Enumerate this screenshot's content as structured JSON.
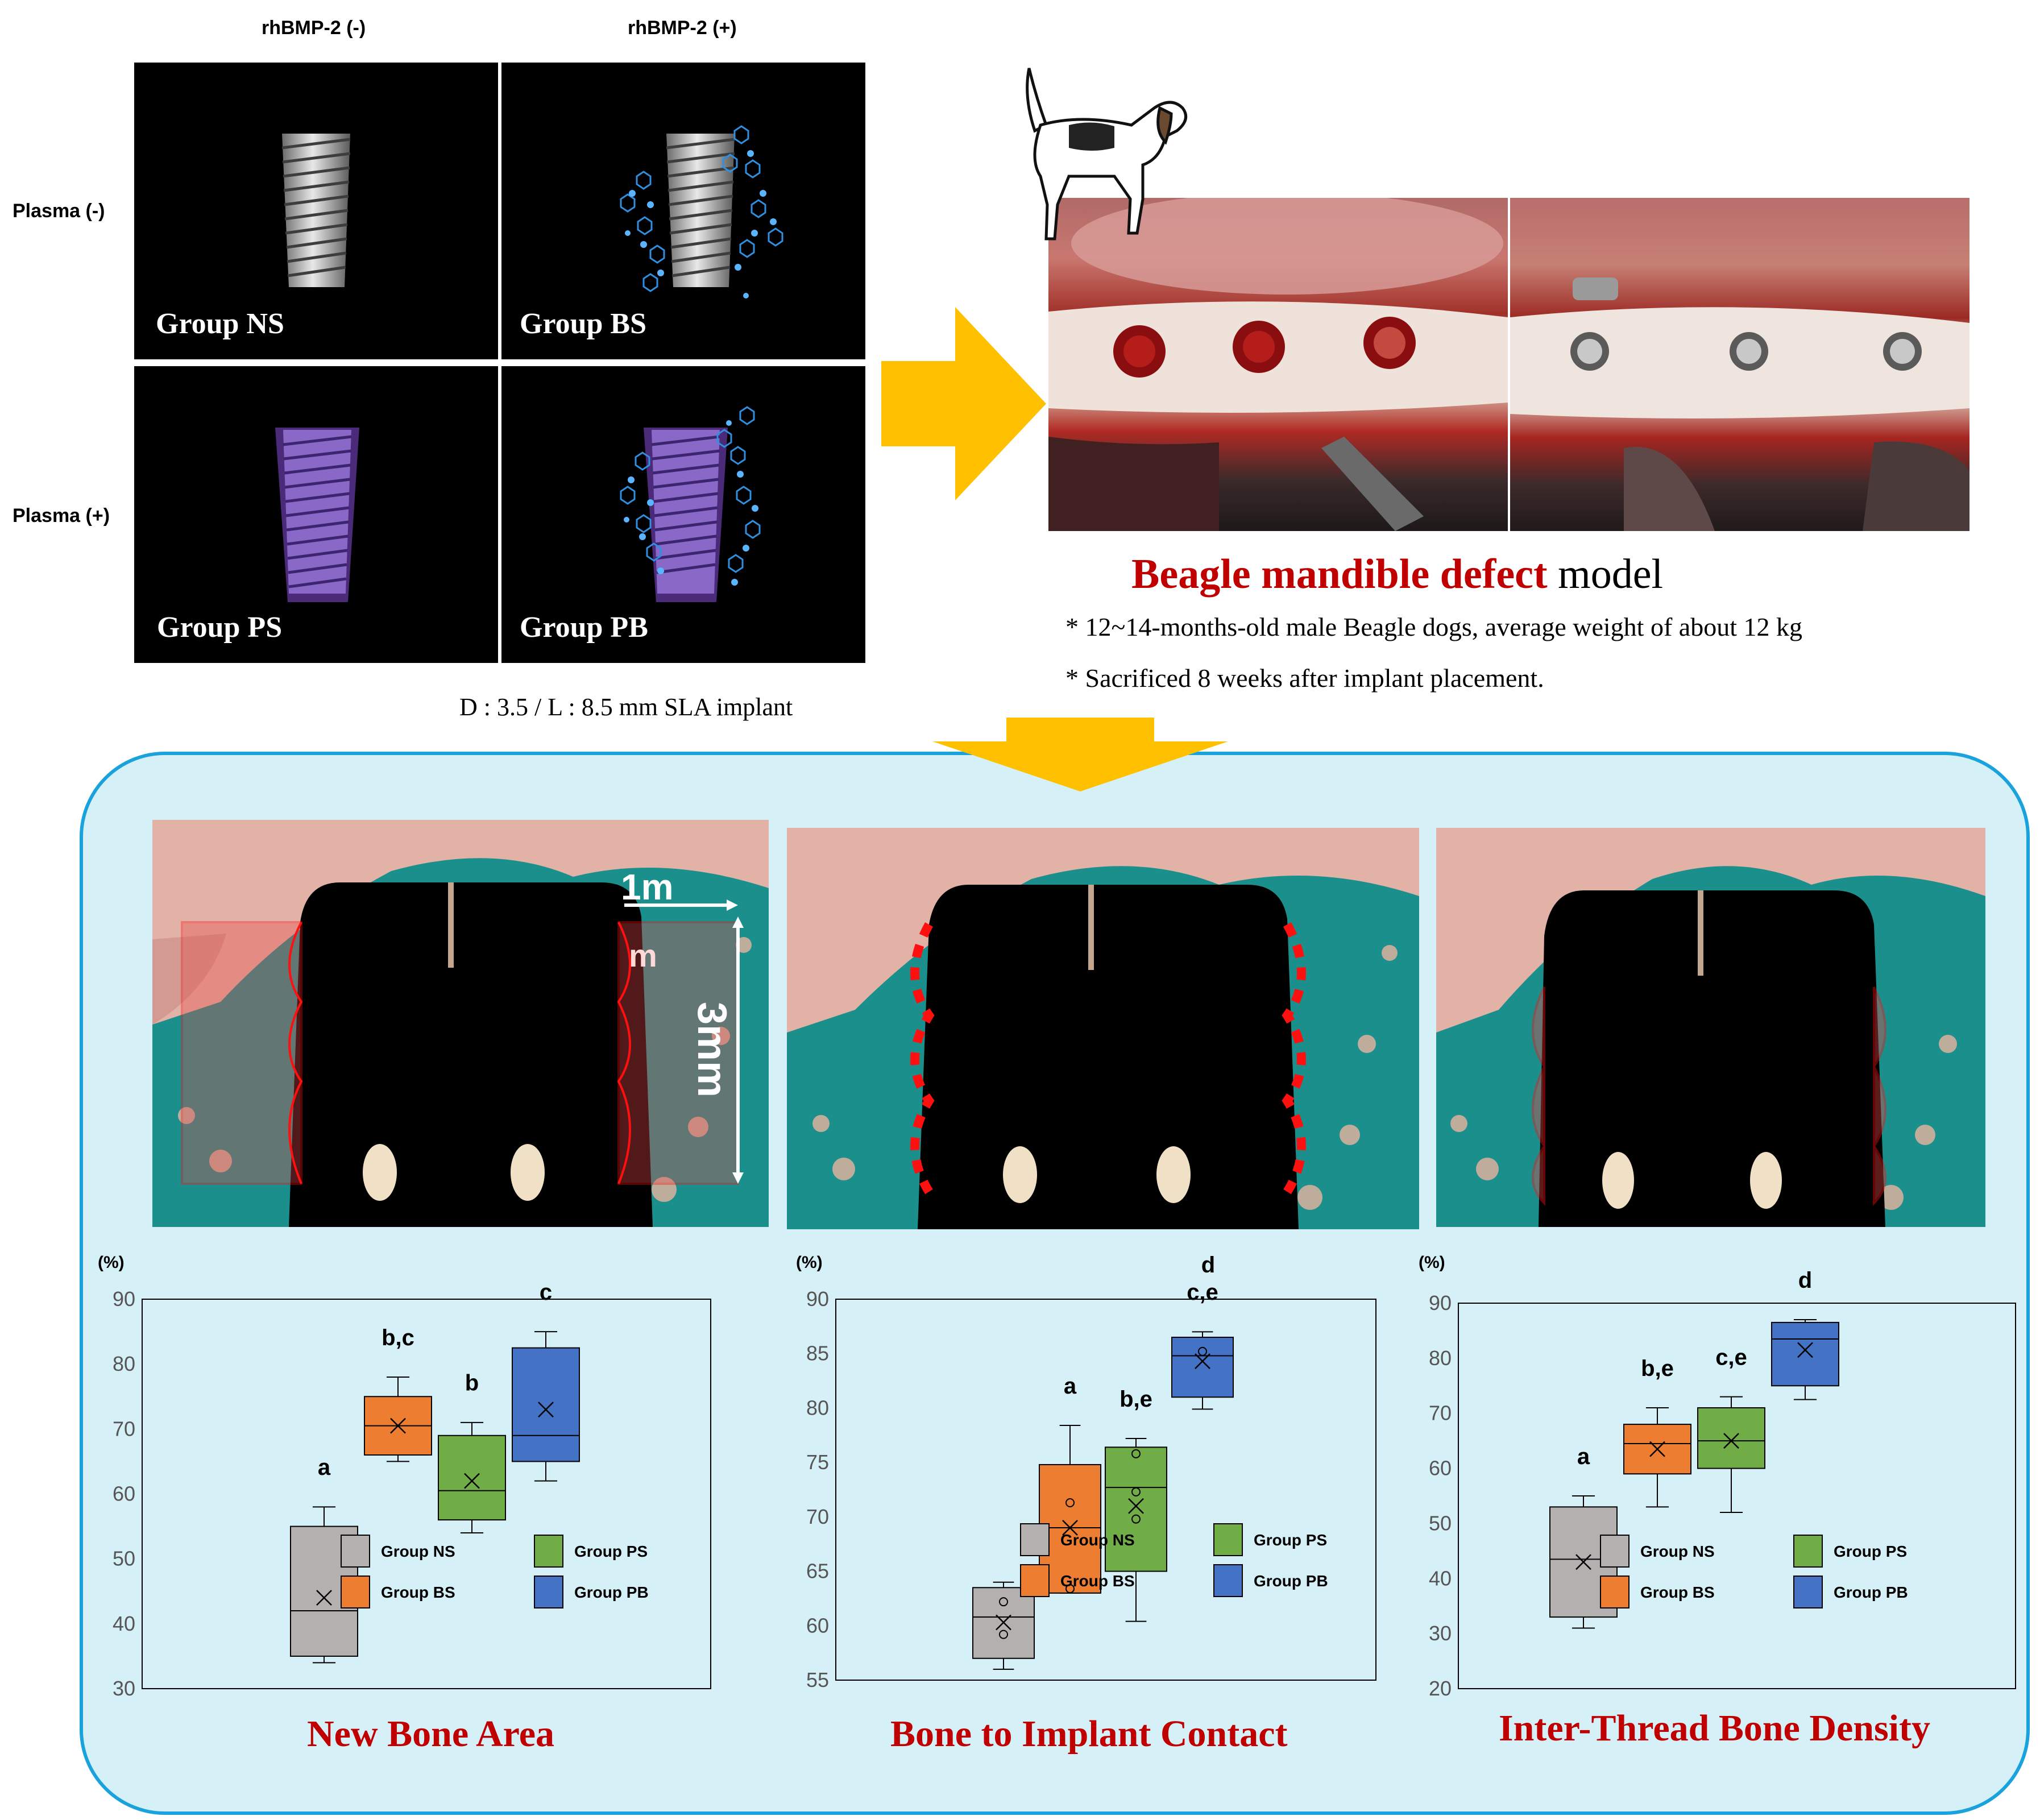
{
  "design": {
    "col_labels": [
      "rhBMP-2 (-)",
      "rhBMP-2 (+)"
    ],
    "row_labels": [
      "Plasma (-)",
      "Plasma (+)"
    ],
    "groups": [
      "Group NS",
      "Group BS",
      "Group PS",
      "Group PB"
    ],
    "implant_caption": "D : 3.5 / L : 8.5 mm SLA implant"
  },
  "model": {
    "title_highlight": "Beagle mandible defect",
    "title_rest": " model",
    "notes": [
      "* 12~14-months-old male Beagle dogs, average weight of about 12 kg",
      "* Sacrificed 8 weeks after implant placement."
    ]
  },
  "histology": {
    "dim_width": "1m",
    "dim_width_wrap": "m",
    "dim_height": "3mm"
  },
  "colors": {
    "Group NS": "#b4b0b0",
    "Group BS": "#ed7d31",
    "Group PS": "#70ad47",
    "Group PB": "#4472c4",
    "title_red": "#c00000",
    "panel_border": "#1aa2dc",
    "panel_fill": "#d6f0f8",
    "arrow": "#ffc000"
  },
  "chart_data": [
    {
      "type": "box",
      "title": "New Bone Area",
      "ylabel": "(%)",
      "ylim": [
        30,
        90
      ],
      "yticks": [
        30,
        40,
        50,
        60,
        70,
        80,
        90
      ],
      "legend_position": "bottom-right",
      "series": [
        {
          "name": "Group NS",
          "min": 34,
          "q1": 35,
          "median": 42,
          "q3": 55,
          "max": 58,
          "mean": 44,
          "points": [],
          "letter": "a"
        },
        {
          "name": "Group BS",
          "min": 65,
          "q1": 66,
          "median": 70.5,
          "q3": 75,
          "max": 78,
          "mean": 70.5,
          "points": [],
          "letter": "b,c"
        },
        {
          "name": "Group PS",
          "min": 54,
          "q1": 56,
          "median": 60.5,
          "q3": 69,
          "max": 71,
          "mean": 62,
          "points": [],
          "letter": "b"
        },
        {
          "name": "Group PB",
          "min": 62,
          "q1": 65,
          "median": 69,
          "q3": 82.5,
          "max": 85,
          "mean": 73,
          "points": [],
          "letter": "c"
        }
      ]
    },
    {
      "type": "box",
      "title": "Bone to Implant Contact",
      "ylabel": "(%)",
      "ylim": [
        55,
        90
      ],
      "yticks": [
        55,
        60,
        65,
        70,
        75,
        80,
        85,
        90
      ],
      "legend_position": "bottom-right",
      "series": [
        {
          "name": "Group NS",
          "min": 56,
          "q1": 57,
          "median": 60.8,
          "q3": 63.5,
          "max": 64,
          "mean": 60.3,
          "points": [
            62.2,
            59.2
          ],
          "letter": ""
        },
        {
          "name": "Group BS",
          "min": 63,
          "q1": 63,
          "median": 69,
          "q3": 74.8,
          "max": 78.4,
          "mean": 69,
          "points": [
            71.3,
            63.4
          ],
          "letter": "a"
        },
        {
          "name": "Group PS",
          "min": 60.4,
          "q1": 65,
          "median": 72.7,
          "q3": 76.4,
          "max": 77.2,
          "mean": 71,
          "points": [
            75.8,
            72.3,
            69.8
          ],
          "letter": "b,e"
        },
        {
          "name": "Group PB",
          "min": 79.9,
          "q1": 81,
          "median": 84.8,
          "q3": 86.5,
          "max": 87,
          "mean": 84.3,
          "points": [
            85.2
          ],
          "letter": "c,e"
        }
      ],
      "extra_letter": "d"
    },
    {
      "type": "box",
      "title": "Inter-Thread Bone Density",
      "ylabel": "(%)",
      "ylim": [
        20,
        90
      ],
      "yticks": [
        20,
        30,
        40,
        50,
        60,
        70,
        80,
        90
      ],
      "legend_position": "bottom-right",
      "series": [
        {
          "name": "Group NS",
          "min": 31,
          "q1": 33,
          "median": 43.5,
          "q3": 53,
          "max": 55,
          "mean": 43,
          "points": [],
          "letter": "a"
        },
        {
          "name": "Group BS",
          "min": 53,
          "q1": 59,
          "median": 64.5,
          "q3": 68,
          "max": 71,
          "mean": 63.5,
          "points": [],
          "letter": "b,e"
        },
        {
          "name": "Group PS",
          "min": 52,
          "q1": 60,
          "median": 65,
          "q3": 71,
          "max": 73,
          "mean": 65,
          "points": [],
          "letter": "c,e"
        },
        {
          "name": "Group PB",
          "min": 72.5,
          "q1": 75,
          "median": 83.5,
          "q3": 86.5,
          "max": 87,
          "mean": 81.5,
          "points": [],
          "letter": "d"
        }
      ]
    }
  ]
}
